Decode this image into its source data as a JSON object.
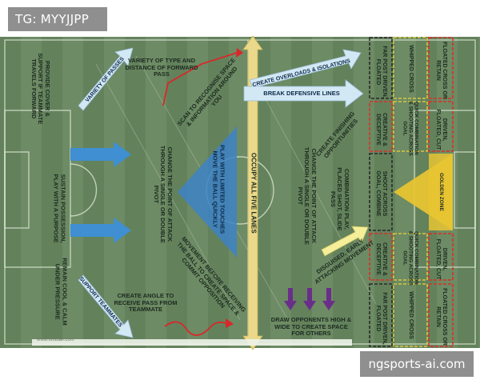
{
  "watermark_tag": "TG: MYYJJPP",
  "watermark_site": "ngsports-ai.com",
  "footer_url": "www.football.com",
  "labels": {
    "provide_cover": "PROVIDE COVER & SUPPORT IF TEAMMATE TRAVELS FORWARD",
    "variety_passes": "VARIETY OF PASSES",
    "variety_type": "VARIETY OF TYPE AND DISTANCE OF FORWARD PASS",
    "scan_recognise": "SCAN TO RECOGNISE SPACE & INFORMATION AROUND YOU",
    "sustain_possession": "SUSTAIN POSSESSION, PLAY WITH A PURPOSE",
    "change_point_1": "CHANGE THE POINT OF ATTACK THROUGH A SINGLE OR DOUBLE PIVOT",
    "play_limited": "PLAY WITH LIMITED TOUCHES MOVE THE BALL QUICKLY",
    "remain_cool": "REMAIN COOL & CALM UNDER PRESSURE",
    "support_teammates": "SUPPORT TEAMMATES",
    "create_angle": "CREATE ANGLE TO RECEIVE PASS FROM TEAMMATE",
    "movement_before": "MOVEMENT BEFORE RECEIVING THE BALL TO CREATE SPACE & COMMIT OPPOSITION",
    "occupy_lanes": "OCCUPY ALL FIVE LANES",
    "create_overloads": "CREATE OVERLOADS & ISOLATIONS",
    "break_lines": "BREAK DEFENSIVE LINES",
    "create_finishing": "CREATE FINISHING OPPORTUNITIES",
    "change_point_2": "CHANGE THE POINT OF ATTACK THROUGH A SINGLE OR DOUBLE PIVOT",
    "combination_play": "COMBINATION PLAY, PLACED SHOT, SLIDE PASS",
    "disguised": "DISGUISED, EARLY ATTACKING MOVEMENT",
    "draw_opponents": "DRAW OPPONENTS HIGH & WIDE TO CREATE SPACE FOR OTHERS"
  },
  "zones": {
    "far_post_top": "FAR POST DRIVEN, FLOATED",
    "whipped_top": "WHIPPED CROSS",
    "floated_top": "FLOATED CROSS OR RETAIN",
    "creative_top": "CREATIVE & DECEPTIVE",
    "quick_top": "QUICK COMBINATION & SHOOTING ACROSS GOAL",
    "driven_top": "DRIVEN, FLOATED, CUT",
    "shoot_across": "SHOOT ACROSS GOAL, COMBINE",
    "golden_zone": "GOLDEN ZONE",
    "creative_bottom": "CREATIVE & DECEPTIVE",
    "quick_bottom": "QUICK COMBINATION & SHOOTING ACROSS GOAL",
    "driven_bottom": "DRIVEN, FLOATED, CUT",
    "far_post_bottom": "FAR POST DRIVEN, FLOATED",
    "whipped_bottom": "WHIPPED CROSS",
    "floated_bottom": "FLOATED CROSS OR RETAIN"
  },
  "colors": {
    "pitch_dark": "#5d7d56",
    "pitch_light": "#6c8b63",
    "arrow_blue": "#3f8fd2",
    "triangle_blue": "#3d83c5",
    "lane_yellow": "#ead98a",
    "arrow_light_blue": "#d3e8f5",
    "arrow_purple": "#6a2e8a",
    "golden": "#e8c432",
    "zone_red": "#d9302b",
    "zone_yellow": "#d8c840",
    "line_red": "#d8282a"
  }
}
